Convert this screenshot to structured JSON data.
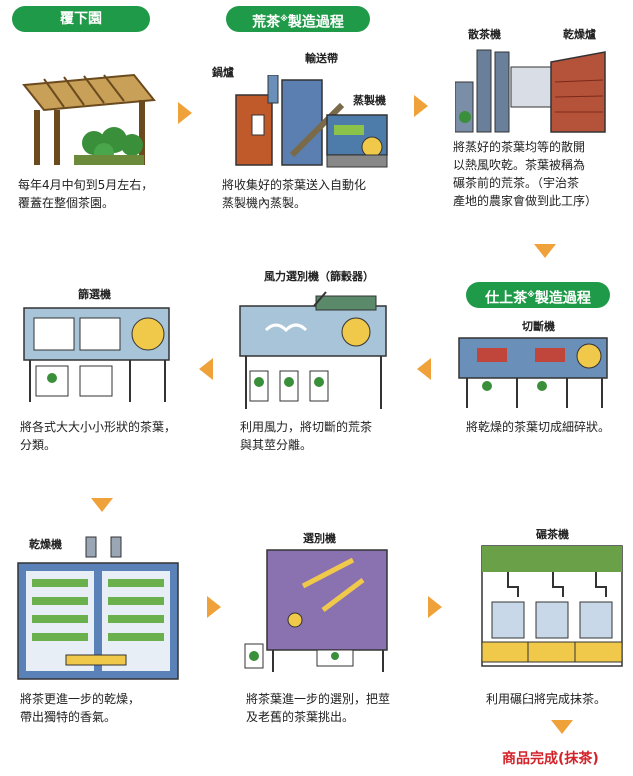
{
  "headers": {
    "shade": "覆下園",
    "aracha": "荒茶",
    "aracha_suffix": "製造過程",
    "shiage": "仕上茶",
    "shiage_suffix": "製造過程"
  },
  "labels": {
    "boiler": "鍋爐",
    "conveyor": "輸送帶",
    "steamer": "蒸製機",
    "scatter": "散茶機",
    "dryer1": "乾燥爐",
    "cutter": "切斷機",
    "wind": "風力選別機（篩穀器）",
    "sieve": "篩選機",
    "dryer2": "乾燥機",
    "sorter": "選別機",
    "mill": "碾茶機"
  },
  "captions": {
    "step1": "每年4月中旬到5月左右，\n覆蓋在整個茶園。",
    "step2": "將收集好的茶葉送入自動化\n蒸製機內蒸製。",
    "step3": "將蒸好的茶葉均等的散開\n以熱風吹乾。茶葉被稱為\n碾茶前的荒茶。（宇治茶\n產地的農家會做到此工序）",
    "step4": "將乾燥的茶葉切成細碎狀。",
    "step5": "利用風力，將切斷的荒茶\n與其莖分離。",
    "step6": "將各式大大小小形狀的茶葉，\n分類。",
    "step7": "將茶更進一步的乾燥，\n帶出獨特的香氣。",
    "step8": "將茶葉進一步的選別，把莖\n及老舊的茶葉挑出。",
    "step9": "利用碾臼將完成抹茶。"
  },
  "final": "商品完成(抹茶)",
  "colors": {
    "pill": "#1f9a48",
    "arrow": "#f0a23a",
    "final": "#d2232a"
  }
}
